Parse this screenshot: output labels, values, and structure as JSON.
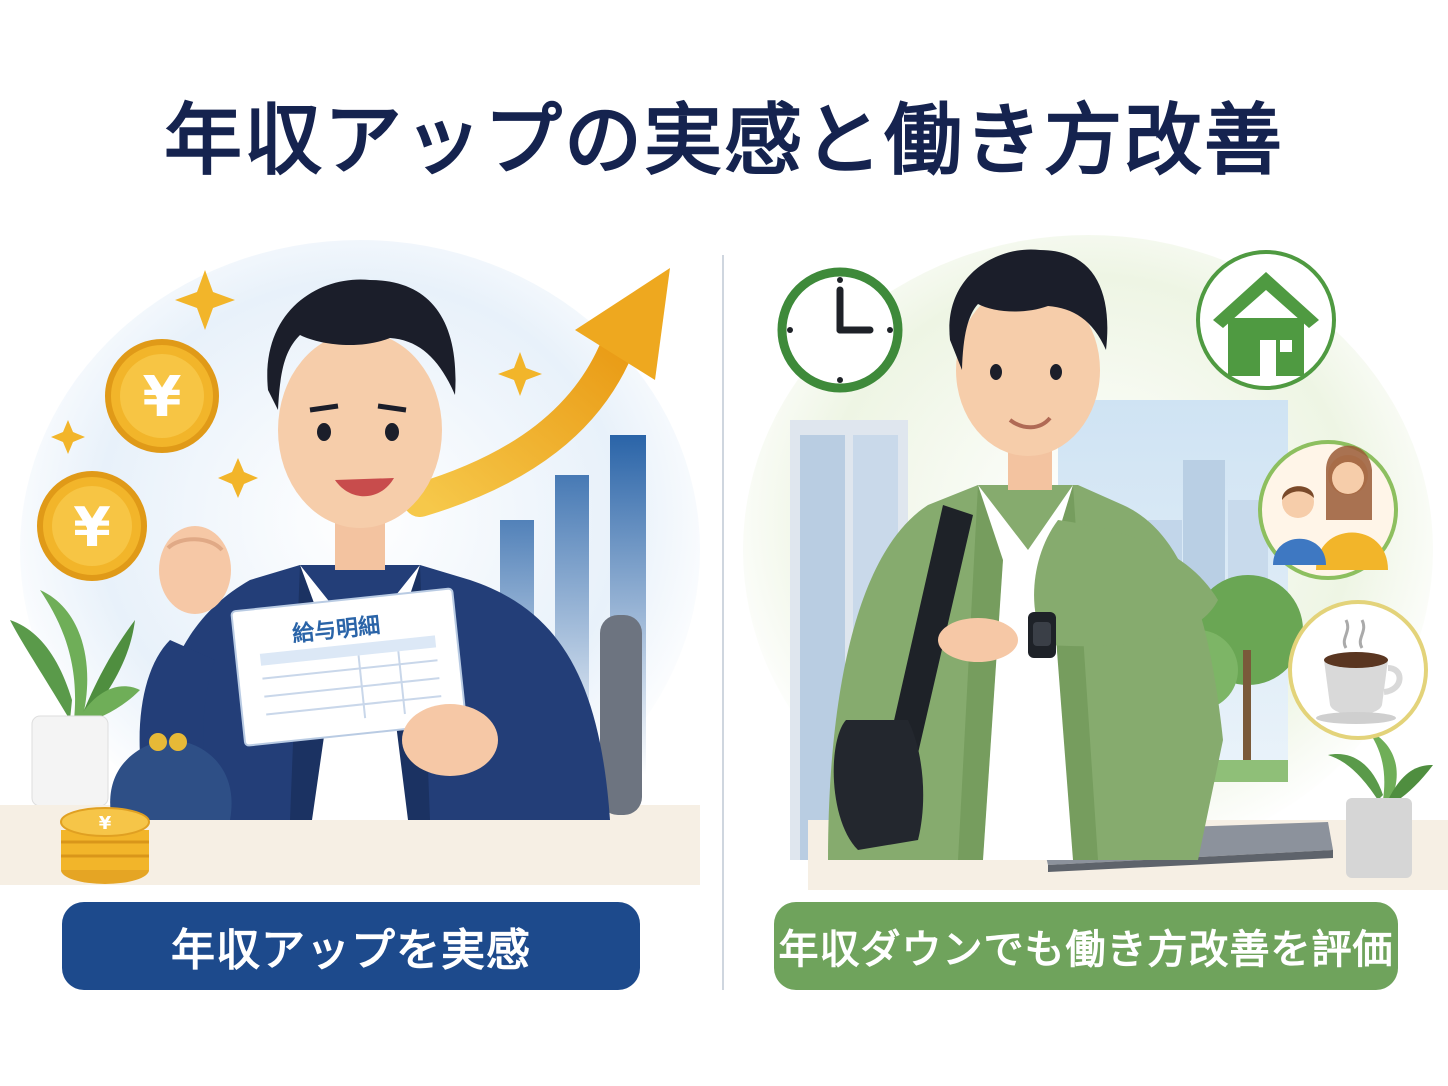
{
  "title": "年収アップの実感と働き方改善",
  "left_panel": {
    "label": "年収アップを実感",
    "payslip_title": "給与明細",
    "coin_symbol": "¥",
    "colors": {
      "label_bg": "#1d4a8c",
      "jacket": "#233e78",
      "coin": "#f2b52a",
      "arrow": "#eea81f"
    }
  },
  "right_panel": {
    "label": "年収ダウンでも働き方改善を評価",
    "colors": {
      "label_bg": "#6fa35c",
      "jacket": "#86ab6e",
      "icon_green": "#4f9a41"
    }
  },
  "icons": [
    "clock-icon",
    "house-icon",
    "family-icon",
    "coffee-cup-icon"
  ]
}
